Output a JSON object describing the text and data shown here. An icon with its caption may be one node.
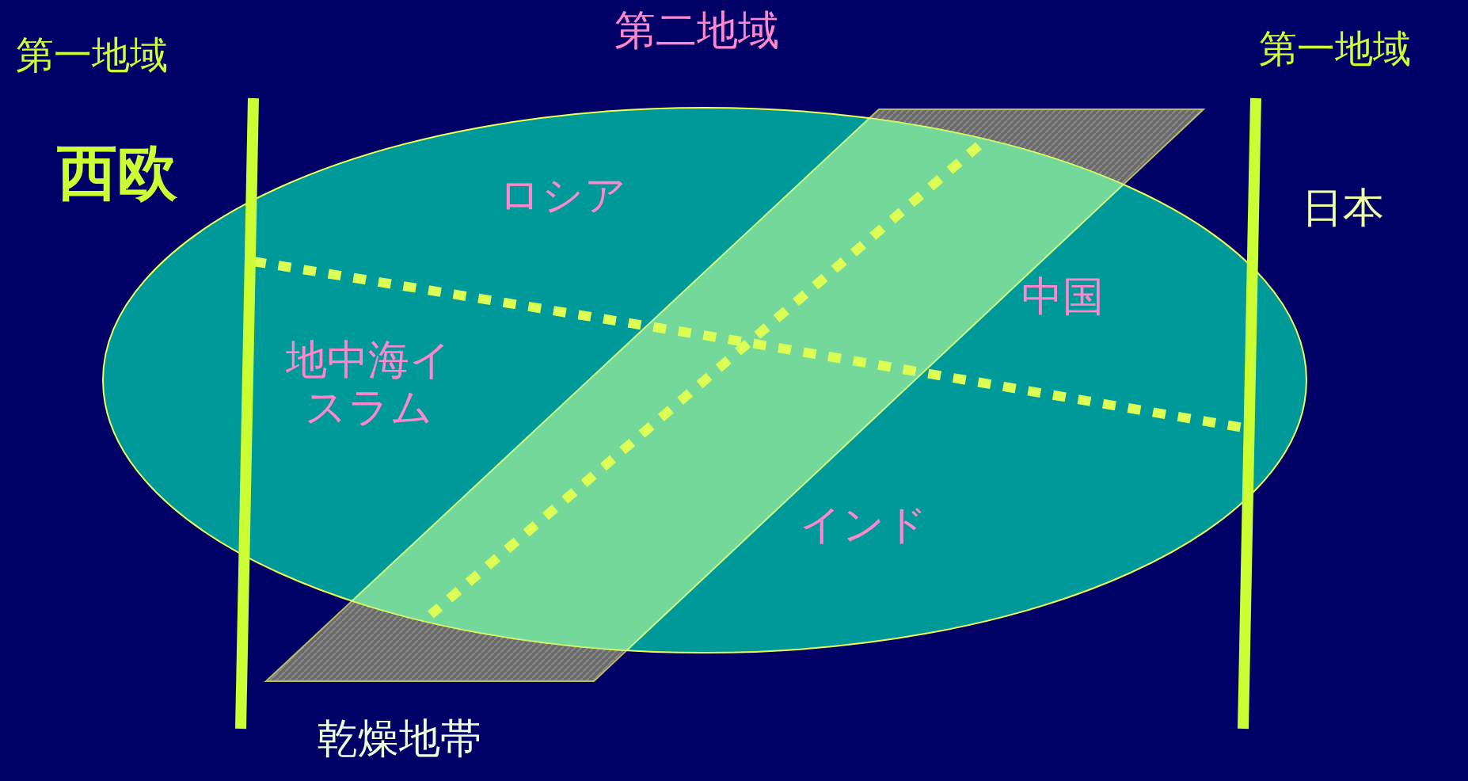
{
  "diagram": {
    "labels": [
      "第二地域",
      "第一地域",
      "第一地域",
      "西欧",
      "ロシア",
      "日本",
      "中国",
      "地中海イスラム",
      "インド",
      "乾燥地帯"
    ]
  }
}
